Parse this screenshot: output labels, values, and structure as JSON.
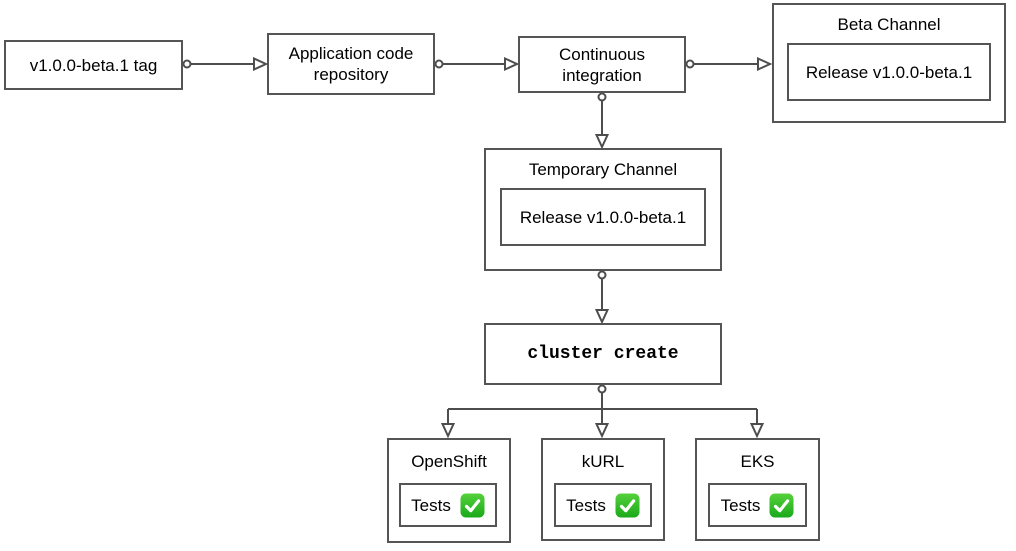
{
  "diagram": {
    "nodes": {
      "tag": {
        "label": "v1.0.0-beta.1 tag"
      },
      "repo": {
        "label": "Application code repository"
      },
      "ci": {
        "label": "Continuous integration"
      },
      "beta_channel": {
        "title": "Beta Channel",
        "release_label": "Release v1.0.0-beta.1"
      },
      "temporary_channel": {
        "title": "Temporary Channel",
        "release_label": "Release v1.0.0-beta.1"
      },
      "cluster_create": {
        "label": "cluster create"
      },
      "clusters": [
        {
          "title": "OpenShift",
          "tests_label": "Tests",
          "status_icon": "tests-passed-check-icon"
        },
        {
          "title": "kURL",
          "tests_label": "Tests",
          "status_icon": "tests-passed-check-icon"
        },
        {
          "title": "EKS",
          "tests_label": "Tests",
          "status_icon": "tests-passed-check-icon"
        }
      ]
    },
    "edges": [
      {
        "from": "tag",
        "to": "repo"
      },
      {
        "from": "repo",
        "to": "ci"
      },
      {
        "from": "ci",
        "to": "beta_channel"
      },
      {
        "from": "ci",
        "to": "temporary_channel"
      },
      {
        "from": "temporary_channel",
        "to": "cluster_create"
      },
      {
        "from": "cluster_create",
        "to": "openshift"
      },
      {
        "from": "cluster_create",
        "to": "kurl"
      },
      {
        "from": "cluster_create",
        "to": "eks"
      }
    ],
    "connector_style": {
      "source_marker": "small-circle",
      "target_marker": "open-arrow"
    },
    "colors": {
      "background": "#ffffff",
      "node_border": "#555555",
      "edge": "#4d4d4d",
      "text": "#000000",
      "check_green_top": "#55d13c",
      "check_green_bottom": "#1aa91a",
      "check_mark": "#ffffff"
    }
  }
}
